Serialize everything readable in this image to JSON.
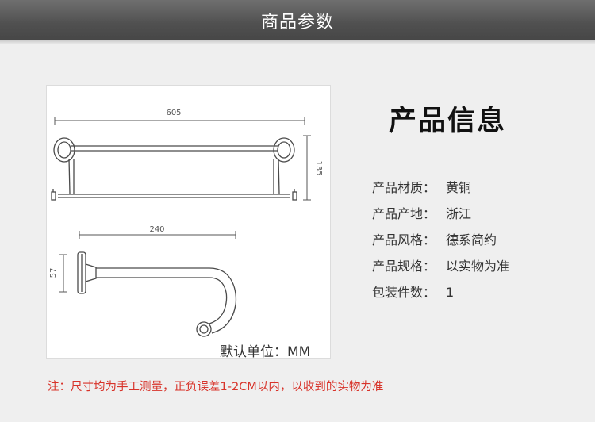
{
  "header": {
    "title": "商品参数"
  },
  "drawing": {
    "top_width": "605",
    "top_height": "135",
    "side_width": "240",
    "side_height": "57",
    "unit_label": "默认单位：MM"
  },
  "info": {
    "title": "产品信息",
    "specs": [
      {
        "label": "产品材质：",
        "value": "黄铜"
      },
      {
        "label": "产品产地：",
        "value": "浙江"
      },
      {
        "label": "产品风格：",
        "value": "德系简约"
      },
      {
        "label": "产品规格：",
        "value": "以实物为准"
      },
      {
        "label": "包装件数：",
        "value": "1"
      }
    ]
  },
  "footer": {
    "note": "注：尺寸均为手工测量，正负误差1-2CM以内，以收到的实物为准"
  }
}
